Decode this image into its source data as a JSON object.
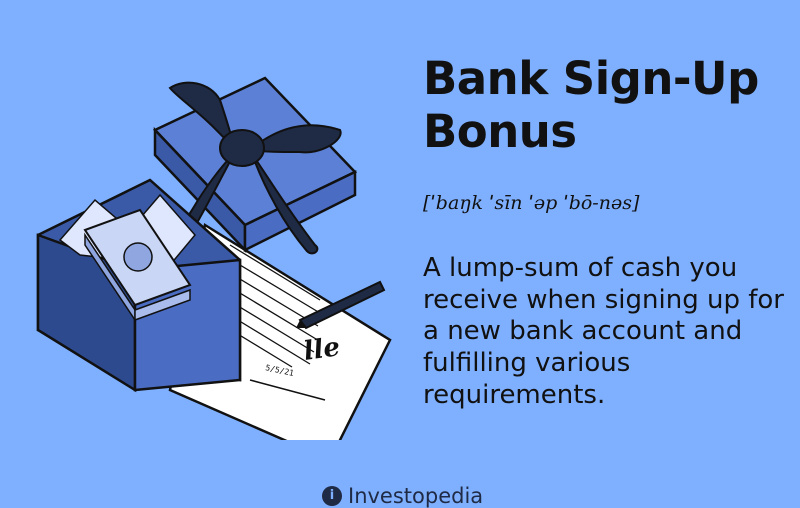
{
  "title": "Bank Sign-Up Bonus",
  "pronunciation": "[ˈbaŋk ˈsīn ˈəp ˈbō-nəs]",
  "definition": "A lump-sum of cash you receive when signing up for a new bank account and fulfilling various requirements.",
  "illustration": {
    "document_date": "5/5/21",
    "signature": "lle"
  },
  "brand": {
    "name": "Investopedia",
    "mark": "i"
  },
  "colors": {
    "background": "#7fb0ff",
    "box_dark": "#3a5aa8",
    "box_light": "#5b80d6",
    "ink": "#111111"
  }
}
